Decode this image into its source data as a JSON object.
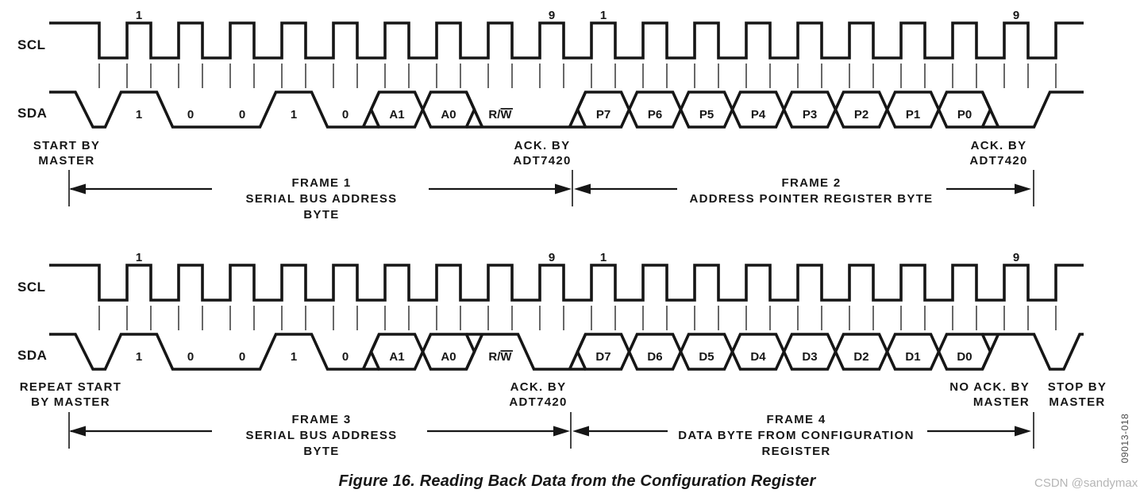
{
  "colors": {
    "ink": "#161616",
    "watermark": "#b5b5b5",
    "doc_code_color": "#4d4d4d",
    "background": "#ffffff"
  },
  "caption": "Figure 16. Reading Back Data from the Configuration Register",
  "doc_code": "09013-018",
  "watermark": "CSDN @sandymax",
  "diagrams": [
    {
      "scl_label": "SCL",
      "sda_label": "SDA",
      "clock_numbers": [
        {
          "label": "1",
          "pulse": 1
        },
        {
          "label": "9",
          "pulse": 9
        },
        {
          "label": "1",
          "pulse": 10
        },
        {
          "label": "9",
          "pulse": 18
        }
      ],
      "start_condition": "start",
      "end_condition": "release",
      "bits": [
        {
          "label": "1",
          "shape": "level",
          "value": 1
        },
        {
          "label": "0",
          "shape": "level",
          "value": 0
        },
        {
          "label": "0",
          "shape": "level",
          "value": 0
        },
        {
          "label": "1",
          "shape": "level",
          "value": 1
        },
        {
          "label": "0",
          "shape": "level",
          "value": 0
        },
        {
          "label": "A1",
          "shape": "data"
        },
        {
          "label": "A0",
          "shape": "data"
        },
        {
          "label": "R/W",
          "shape": "level",
          "value": 0,
          "overline": "W"
        },
        {
          "label": "",
          "shape": "level",
          "value": 0
        },
        {
          "label": "P7",
          "shape": "data"
        },
        {
          "label": "P6",
          "shape": "data"
        },
        {
          "label": "P5",
          "shape": "data"
        },
        {
          "label": "P4",
          "shape": "data"
        },
        {
          "label": "P3",
          "shape": "data"
        },
        {
          "label": "P2",
          "shape": "data"
        },
        {
          "label": "P1",
          "shape": "data"
        },
        {
          "label": "P0",
          "shape": "data"
        },
        {
          "label": "",
          "shape": "level",
          "value": 0
        }
      ],
      "annotations": {
        "start": {
          "lines": [
            "START BY",
            "MASTER"
          ]
        },
        "ack_mid": {
          "lines": [
            "ACK. BY",
            "ADT7420"
          ]
        },
        "ack_end": {
          "lines": [
            "ACK. BY",
            "ADT7420"
          ]
        }
      },
      "frames": [
        {
          "title": "FRAME 1",
          "lines": [
            "SERIAL BUS ADDRESS",
            "BYTE"
          ]
        },
        {
          "title": "FRAME 2",
          "lines": [
            "ADDRESS POINTER REGISTER BYTE"
          ]
        }
      ]
    },
    {
      "scl_label": "SCL",
      "sda_label": "SDA",
      "clock_numbers": [
        {
          "label": "1",
          "pulse": 1
        },
        {
          "label": "9",
          "pulse": 9
        },
        {
          "label": "1",
          "pulse": 10
        },
        {
          "label": "9",
          "pulse": 18
        }
      ],
      "start_condition": "start",
      "end_condition": "stop",
      "bits": [
        {
          "label": "1",
          "shape": "level",
          "value": 1
        },
        {
          "label": "0",
          "shape": "level",
          "value": 0
        },
        {
          "label": "0",
          "shape": "level",
          "value": 0
        },
        {
          "label": "1",
          "shape": "level",
          "value": 1
        },
        {
          "label": "0",
          "shape": "level",
          "value": 0
        },
        {
          "label": "A1",
          "shape": "data"
        },
        {
          "label": "A0",
          "shape": "data"
        },
        {
          "label": "R/W",
          "shape": "level",
          "value": 1,
          "overline": "W"
        },
        {
          "label": "",
          "shape": "level",
          "value": 0
        },
        {
          "label": "D7",
          "shape": "data"
        },
        {
          "label": "D6",
          "shape": "data"
        },
        {
          "label": "D5",
          "shape": "data"
        },
        {
          "label": "D4",
          "shape": "data"
        },
        {
          "label": "D3",
          "shape": "data"
        },
        {
          "label": "D2",
          "shape": "data"
        },
        {
          "label": "D1",
          "shape": "data"
        },
        {
          "label": "D0",
          "shape": "data"
        },
        {
          "label": "",
          "shape": "level",
          "value": 1
        }
      ],
      "annotations": {
        "start": {
          "lines": [
            "REPEAT START",
            "BY MASTER"
          ]
        },
        "ack_mid": {
          "lines": [
            "ACK. BY",
            "ADT7420"
          ]
        },
        "no_ack": {
          "lines": [
            "NO ACK. BY",
            "MASTER"
          ]
        },
        "stop": {
          "lines": [
            "STOP BY",
            "MASTER"
          ]
        }
      },
      "frames": [
        {
          "title": "FRAME 3",
          "lines": [
            "SERIAL BUS ADDRESS",
            "BYTE"
          ]
        },
        {
          "title": "FRAME 4",
          "lines": [
            "DATA BYTE FROM CONFIGURATION",
            "REGISTER"
          ]
        }
      ]
    }
  ]
}
